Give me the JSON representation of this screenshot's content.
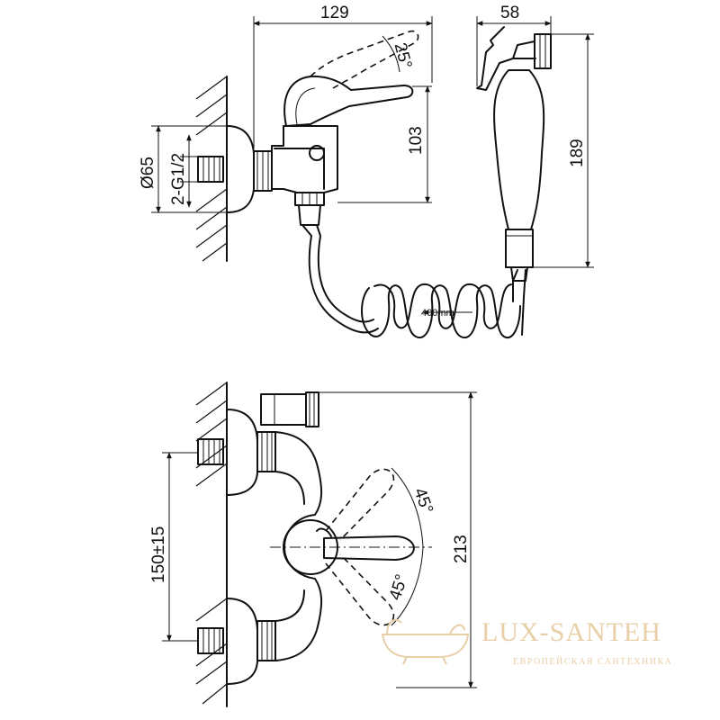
{
  "dimensions": {
    "top_width": "129",
    "top_angle": "25°",
    "top_height": "103",
    "inlet_diameter": "Ø65",
    "thread": "2-G1/2",
    "hose_length": "400mm",
    "sprayer_width": "58",
    "sprayer_height": "189",
    "front_spacing": "150±15",
    "front_height": "213",
    "angle_up": "45°",
    "angle_down": "45°"
  },
  "watermark": {
    "brand": "LUX-SANTEH",
    "tagline": "ЕВРОПЕЙСКАЯ САНТЕХНИКА"
  }
}
